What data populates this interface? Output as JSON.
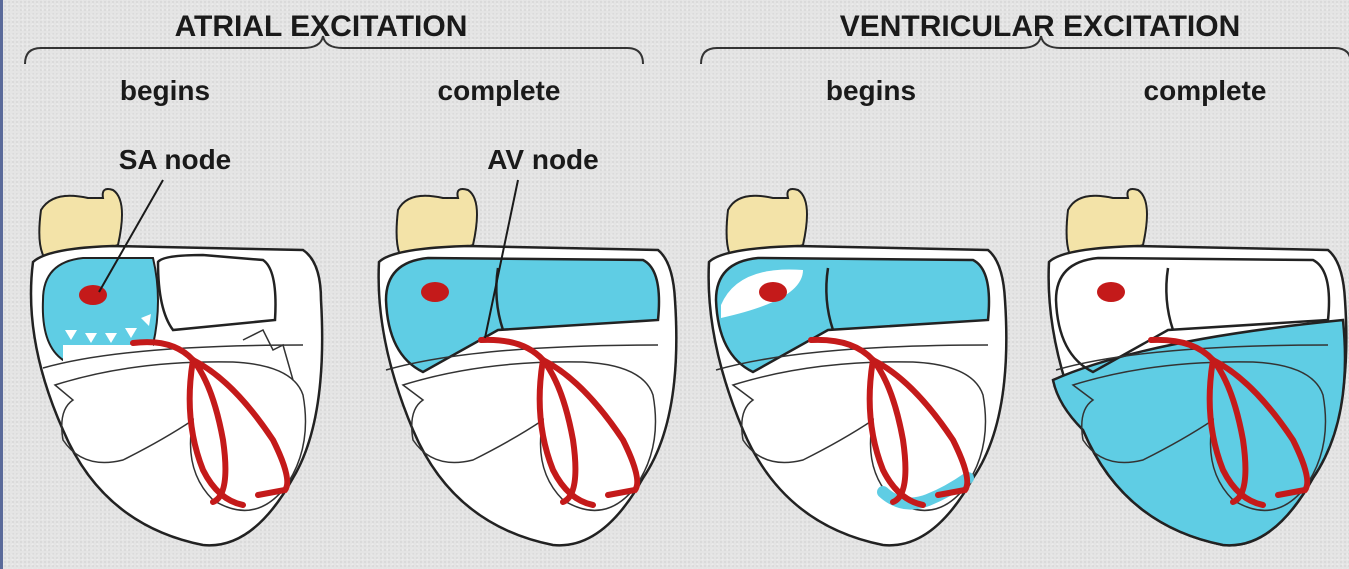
{
  "groups": {
    "atrial": {
      "title": "ATRIAL EXCITATION",
      "begins": "begins",
      "complete": "complete"
    },
    "ventricular": {
      "title": "VENTRICULAR EXCITATION",
      "begins": "begins",
      "complete": "complete"
    }
  },
  "labels": {
    "sa_node": "SA node",
    "av_node": "AV node"
  },
  "colors": {
    "excited_blue": "#5fcde4",
    "aorta_tan": "#f3e3a8",
    "conduction_red": "#c41a1a",
    "background": "#e4e4e4"
  },
  "panels": [
    {
      "stage": "atrial-begins"
    },
    {
      "stage": "atrial-complete"
    },
    {
      "stage": "ventricular-begins"
    },
    {
      "stage": "ventricular-complete"
    }
  ]
}
